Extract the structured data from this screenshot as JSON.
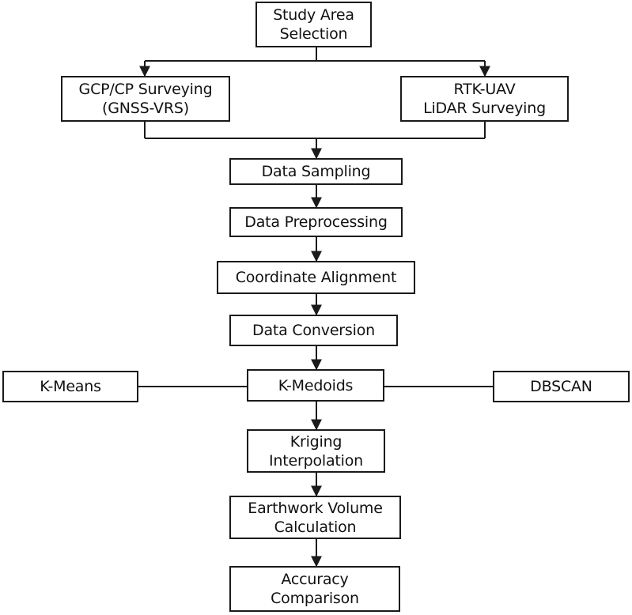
{
  "nodes": {
    "study_area": [
      "Study Area",
      "Selection"
    ],
    "gcp": [
      "GCP/CP Surveying",
      "(GNSS-VRS)"
    ],
    "rtk": [
      "RTK-UAV",
      "LiDAR Surveying"
    ],
    "sampling": [
      "Data Sampling"
    ],
    "preprocessing": [
      "Data Preprocessing"
    ],
    "alignment": [
      "Coordinate Alignment"
    ],
    "conversion": [
      "Data Conversion"
    ],
    "kmeans": [
      "K-Means"
    ],
    "kmedoids": [
      "K-Medoids"
    ],
    "dbscan": [
      "DBSCAN"
    ],
    "kriging": [
      "Kriging",
      "Interpolation"
    ],
    "volume": [
      "Earthwork Volume",
      "Calculation"
    ],
    "accuracy": [
      "Accuracy",
      "Comparison"
    ]
  },
  "colors": {
    "stroke": "#1a1a1a",
    "text": "#111111",
    "background": "#ffffff"
  }
}
